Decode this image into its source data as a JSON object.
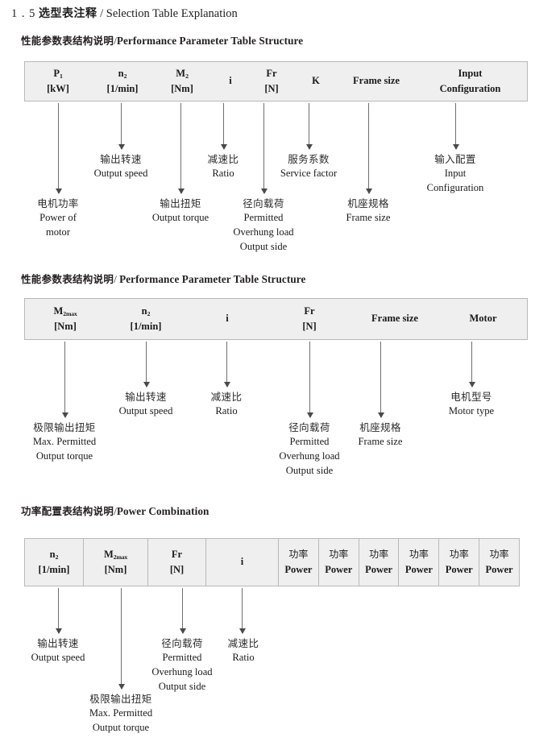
{
  "page": {
    "heading": {
      "number": "1 . 5",
      "chinese": "选型表注释",
      "separator": "/",
      "english": "Selection Table Explanation"
    }
  },
  "sections": [
    {
      "title": {
        "chinese": "性能参数表结构说明",
        "separator": "/",
        "english": "Performance Parameter Table Structure"
      },
      "table": {
        "ruled": false,
        "columns": [
          {
            "line1": "P1",
            "line2": "[kW]"
          },
          {
            "line1": "n2",
            "line2": "[1/min]"
          },
          {
            "line1": "M2",
            "line2": "[Nm]"
          },
          {
            "line1": "i",
            "line2": ""
          },
          {
            "line1": "Fr",
            "line2": "[N]"
          },
          {
            "line1": "K",
            "line2": ""
          },
          {
            "line1": "Frame size",
            "line2": ""
          },
          {
            "line1": "Input",
            "line2": "Configuration"
          }
        ]
      },
      "annotations": [
        {
          "chinese": "电机功率",
          "english": [
            "Power of",
            "motor"
          ]
        },
        {
          "chinese": "输出转速",
          "english": [
            "Output speed"
          ]
        },
        {
          "chinese": "输出扭矩",
          "english": [
            "Output torque"
          ]
        },
        {
          "chinese": "减速比",
          "english": [
            "Ratio"
          ]
        },
        {
          "chinese": "径向载荷",
          "english": [
            "Permitted",
            "Overhung load",
            "Output side"
          ]
        },
        {
          "chinese": "服务系数",
          "english": [
            "Service factor"
          ]
        },
        {
          "chinese": "机座规格",
          "english": [
            "Frame size"
          ]
        },
        {
          "chinese": "输入配置",
          "english": [
            "Input",
            "Configuration"
          ]
        }
      ]
    },
    {
      "title": {
        "chinese": "性能参数表结构说明",
        "separator": "/",
        "english": "Performance Parameter Table Structure"
      },
      "table": {
        "ruled": false,
        "columns": [
          {
            "line1": "M2max",
            "line2": "[Nm]"
          },
          {
            "line1": "n2",
            "line2": "[1/min]"
          },
          {
            "line1": "i",
            "line2": ""
          },
          {
            "line1": "Fr",
            "line2": "[N]"
          },
          {
            "line1": "Frame size",
            "line2": ""
          },
          {
            "line1": "Motor",
            "line2": ""
          }
        ]
      },
      "annotations": [
        {
          "chinese": "极限输出扭矩",
          "english": [
            "Max. Permitted",
            "Output  torque"
          ]
        },
        {
          "chinese": "输出转速",
          "english": [
            "Output speed"
          ]
        },
        {
          "chinese": "减速比",
          "english": [
            "Ratio"
          ]
        },
        {
          "chinese": "径向载荷",
          "english": [
            "Permitted",
            "Overhung load",
            "Output side"
          ]
        },
        {
          "chinese": "机座规格",
          "english": [
            "Frame size"
          ]
        },
        {
          "chinese": "电机型号",
          "english": [
            "Motor type"
          ]
        }
      ]
    },
    {
      "title": {
        "chinese": "功率配置表结构说明",
        "separator": "/",
        "english": "Power Combination"
      },
      "table": {
        "ruled": true,
        "columns": [
          {
            "line1": "n2",
            "line2": "[1/min]"
          },
          {
            "line1": "M2max",
            "line2": "[Nm]"
          },
          {
            "line1": "Fr",
            "line2": "[N]"
          },
          {
            "line1": "i",
            "line2": ""
          },
          {
            "line1": "功率",
            "line2": "Power"
          },
          {
            "line1": "功率",
            "line2": "Power"
          },
          {
            "line1": "功率",
            "line2": "Power"
          },
          {
            "line1": "功率",
            "line2": "Power"
          },
          {
            "line1": "功率",
            "line2": "Power"
          },
          {
            "line1": "功率",
            "line2": "Power"
          }
        ]
      },
      "annotations": [
        {
          "chinese": "输出转速",
          "english": [
            "Output speed"
          ]
        },
        {
          "chinese": "极限输出扭矩",
          "english": [
            "Max. Permitted",
            "Output  torque"
          ]
        },
        {
          "chinese": "径向载荷",
          "english": [
            "Permitted",
            "Overhung load",
            "Output side"
          ]
        },
        {
          "chinese": "减速比",
          "english": [
            "Ratio"
          ]
        }
      ]
    }
  ],
  "colors": {
    "table_fill": "#efefef",
    "table_border": "#b9b9b9",
    "arrow": "#4a4a4a",
    "text": "#1a1a1a"
  }
}
